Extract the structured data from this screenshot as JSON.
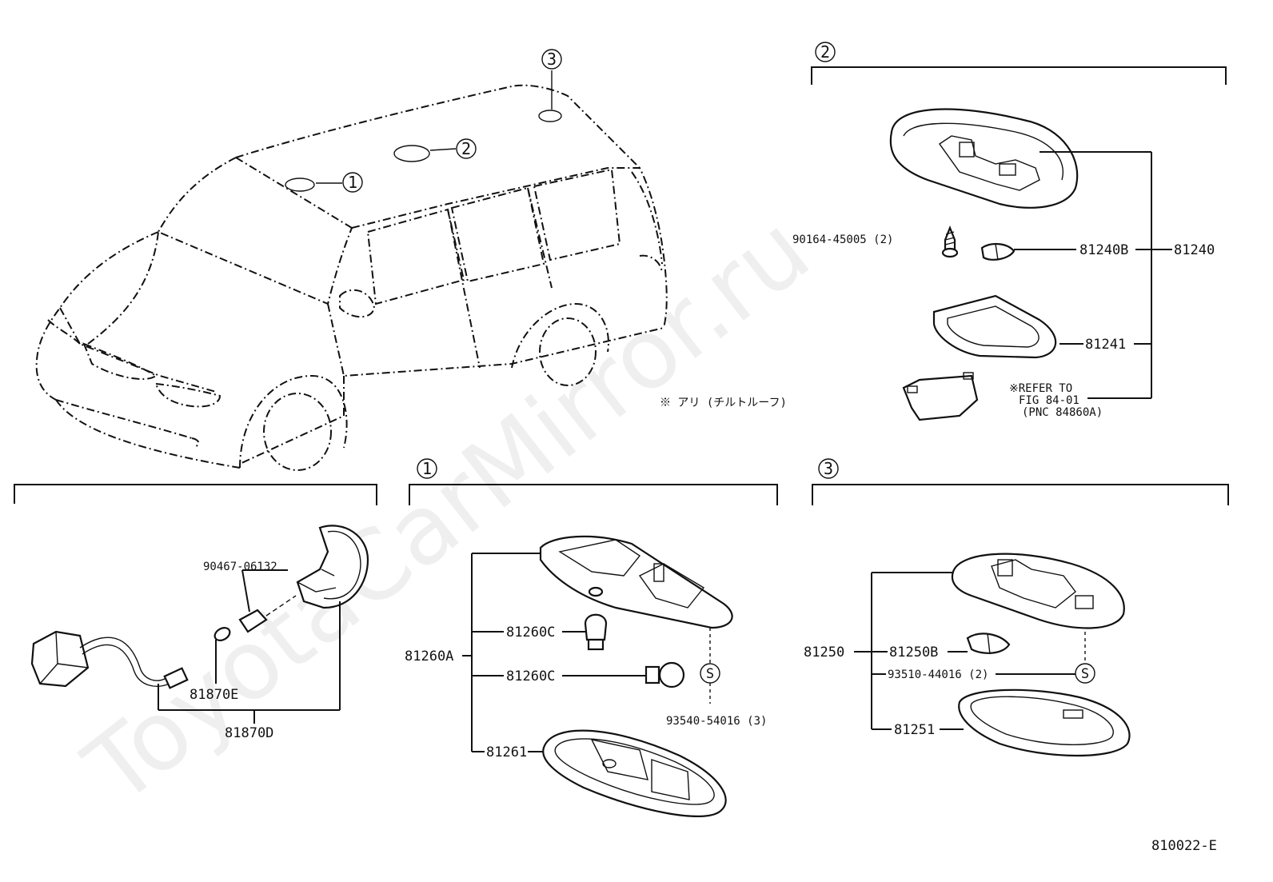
{
  "watermark": "ToyotaCarMirror.ru",
  "figure_code": "810022-E",
  "note_jp": "※ アリ (チルトルーフ)",
  "callouts": {
    "c1": "1",
    "c2": "2",
    "c3": "3",
    "s": "S"
  },
  "group2": {
    "screw": "90164-45005 (2)",
    "bulb": "81240B",
    "assy": "81240",
    "lens": "81241",
    "refer_line1": "※REFER TO",
    "refer_line2": "FIG 84-01",
    "refer_line3": "(PNC 84860A)"
  },
  "group_left": {
    "bulb": "90467-06132",
    "part_e": "81870E",
    "part_d": "81870D"
  },
  "group1": {
    "assy": "81260A",
    "bulb_top": "81260C",
    "bulb_mid": "81260C",
    "lens": "81261",
    "screw": "93540-54016 (3)"
  },
  "group3": {
    "assy": "81250",
    "bulb": "81250B",
    "screw": "93510-44016 (2)",
    "lens": "81251"
  }
}
